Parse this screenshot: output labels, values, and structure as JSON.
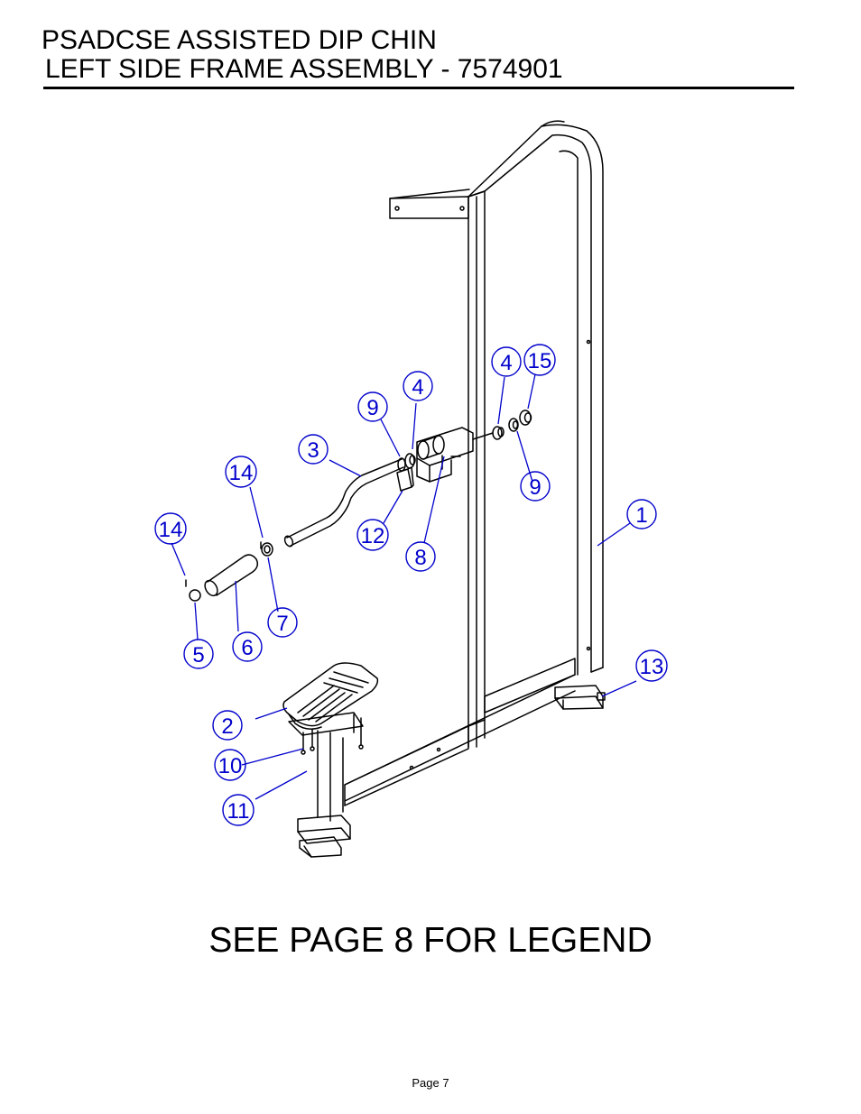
{
  "header": {
    "title_line1": "PSADCSE ASSISTED DIP CHIN",
    "title_line2": "LEFT SIDE FRAME ASSEMBLY - 7574901"
  },
  "callouts": [
    "1",
    "2",
    "3",
    "4",
    "4",
    "5",
    "6",
    "7",
    "8",
    "9",
    "9",
    "10",
    "11",
    "12",
    "13",
    "14",
    "14",
    "15"
  ],
  "colors": {
    "callout": "#0000cc",
    "line": "#000000"
  },
  "legend_note": "SEE PAGE 8 FOR LEGEND",
  "footer": {
    "page": "Page 7"
  }
}
